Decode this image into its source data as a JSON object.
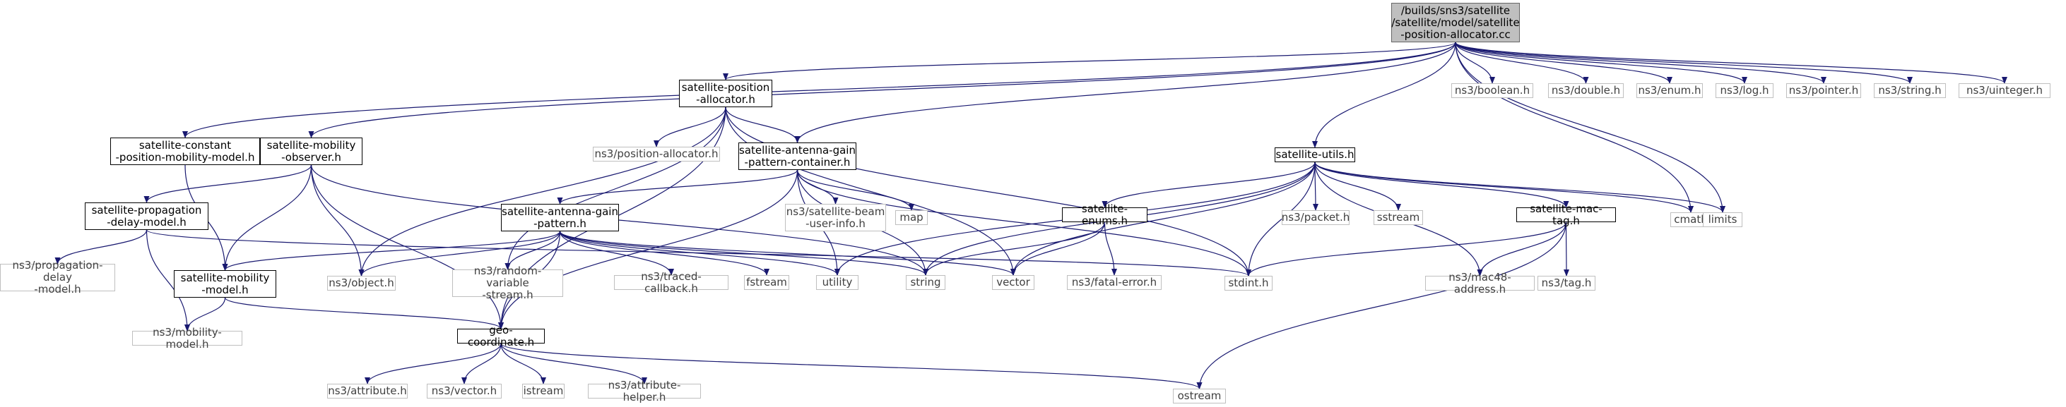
{
  "graph": {
    "root": {
      "label": "/builds/sns3/satellite\n/satellite/model/satellite\n-position-allocator.cc"
    },
    "nodes": [
      {
        "id": "spa",
        "label": "satellite-position\n-allocator.h",
        "kind": "local"
      },
      {
        "id": "scpm",
        "label": "satellite-constant\n-position-mobility-model.h",
        "kind": "local"
      },
      {
        "id": "smo",
        "label": "satellite-mobility\n-observer.h",
        "kind": "local"
      },
      {
        "id": "sagpc",
        "label": "satellite-antenna-gain\n-pattern-container.h",
        "kind": "local"
      },
      {
        "id": "su",
        "label": "satellite-utils.h",
        "kind": "local"
      },
      {
        "id": "spd",
        "label": "satellite-propagation\n-delay-model.h",
        "kind": "local"
      },
      {
        "id": "sagp",
        "label": "satellite-antenna-gain\n-pattern.h",
        "kind": "local"
      },
      {
        "id": "sen",
        "label": "satellite-enums.h",
        "kind": "local"
      },
      {
        "id": "smt",
        "label": "satellite-mac-tag.h",
        "kind": "local"
      },
      {
        "id": "smm",
        "label": "satellite-mobility\n-model.h",
        "kind": "local"
      },
      {
        "id": "geo",
        "label": "geo-coordinate.h",
        "kind": "local"
      },
      {
        "id": "boolean",
        "label": "ns3/boolean.h",
        "kind": "ext"
      },
      {
        "id": "double",
        "label": "ns3/double.h",
        "kind": "ext"
      },
      {
        "id": "enum",
        "label": "ns3/enum.h",
        "kind": "ext"
      },
      {
        "id": "log",
        "label": "ns3/log.h",
        "kind": "ext"
      },
      {
        "id": "pointer",
        "label": "ns3/pointer.h",
        "kind": "ext"
      },
      {
        "id": "nsstring",
        "label": "ns3/string.h",
        "kind": "ext"
      },
      {
        "id": "uinteger",
        "label": "ns3/uinteger.h",
        "kind": "ext"
      },
      {
        "id": "posalloc",
        "label": "ns3/position-allocator.h",
        "kind": "ext"
      },
      {
        "id": "sbui",
        "label": "ns3/satellite-beam\n-user-info.h",
        "kind": "ext"
      },
      {
        "id": "map",
        "label": "map",
        "kind": "ext"
      },
      {
        "id": "packet",
        "label": "ns3/packet.h",
        "kind": "ext"
      },
      {
        "id": "sstream",
        "label": "sstream",
        "kind": "ext"
      },
      {
        "id": "cmath",
        "label": "cmath",
        "kind": "ext"
      },
      {
        "id": "limits",
        "label": "limits",
        "kind": "ext"
      },
      {
        "id": "pdm",
        "label": "ns3/propagation-delay\n-model.h",
        "kind": "ext"
      },
      {
        "id": "object",
        "label": "ns3/object.h",
        "kind": "ext"
      },
      {
        "id": "rvs",
        "label": "ns3/random-variable\n-stream.h",
        "kind": "ext"
      },
      {
        "id": "tcb",
        "label": "ns3/traced-callback.h",
        "kind": "ext"
      },
      {
        "id": "fstream",
        "label": "fstream",
        "kind": "ext"
      },
      {
        "id": "utility",
        "label": "utility",
        "kind": "ext"
      },
      {
        "id": "string",
        "label": "string",
        "kind": "ext"
      },
      {
        "id": "vector",
        "label": "vector",
        "kind": "ext"
      },
      {
        "id": "fatal",
        "label": "ns3/fatal-error.h",
        "kind": "ext"
      },
      {
        "id": "stdint",
        "label": "stdint.h",
        "kind": "ext"
      },
      {
        "id": "mac48",
        "label": "ns3/mac48-address.h",
        "kind": "ext"
      },
      {
        "id": "tag",
        "label": "ns3/tag.h",
        "kind": "ext"
      },
      {
        "id": "mobmodel",
        "label": "ns3/mobility-model.h",
        "kind": "ext"
      },
      {
        "id": "attribute",
        "label": "ns3/attribute.h",
        "kind": "ext"
      },
      {
        "id": "nsvector",
        "label": "ns3/vector.h",
        "kind": "ext"
      },
      {
        "id": "istream",
        "label": "istream",
        "kind": "ext"
      },
      {
        "id": "attrhelper",
        "label": "ns3/attribute-helper.h",
        "kind": "ext"
      },
      {
        "id": "ostream",
        "label": "ostream",
        "kind": "ext"
      }
    ],
    "edges": [
      [
        "root",
        "scpm"
      ],
      [
        "root",
        "smo"
      ],
      [
        "root",
        "spa"
      ],
      [
        "root",
        "sagpc"
      ],
      [
        "root",
        "su"
      ],
      [
        "root",
        "boolean"
      ],
      [
        "root",
        "double"
      ],
      [
        "root",
        "enum"
      ],
      [
        "root",
        "log"
      ],
      [
        "root",
        "pointer"
      ],
      [
        "root",
        "nsstring"
      ],
      [
        "root",
        "uinteger"
      ],
      [
        "root",
        "cmath"
      ],
      [
        "root",
        "limits"
      ],
      [
        "spa",
        "object"
      ],
      [
        "spa",
        "rvs"
      ],
      [
        "spa",
        "posalloc"
      ],
      [
        "spa",
        "geo"
      ],
      [
        "spa",
        "sagpc"
      ],
      [
        "spa",
        "vector"
      ],
      [
        "spa",
        "stdint"
      ],
      [
        "scpm",
        "smm"
      ],
      [
        "smo",
        "spd"
      ],
      [
        "smo",
        "smm"
      ],
      [
        "smo",
        "object"
      ],
      [
        "smo",
        "geo"
      ],
      [
        "smo",
        "string"
      ],
      [
        "sagpc",
        "sagp"
      ],
      [
        "sagpc",
        "sbui"
      ],
      [
        "sagpc",
        "map"
      ],
      [
        "sagpc",
        "string"
      ],
      [
        "sagpc",
        "utility"
      ],
      [
        "sagpc",
        "geo"
      ],
      [
        "sagpc",
        "stdint"
      ],
      [
        "su",
        "sen"
      ],
      [
        "su",
        "smt"
      ],
      [
        "su",
        "packet"
      ],
      [
        "su",
        "sstream"
      ],
      [
        "su",
        "cmath"
      ],
      [
        "su",
        "limits"
      ],
      [
        "su",
        "stdint"
      ],
      [
        "su",
        "mac48"
      ],
      [
        "su",
        "vector"
      ],
      [
        "su",
        "string"
      ],
      [
        "su",
        "utility"
      ],
      [
        "spd",
        "pdm"
      ],
      [
        "spd",
        "mobmodel"
      ],
      [
        "spd",
        "stdint"
      ],
      [
        "sagp",
        "smm"
      ],
      [
        "sagp",
        "object"
      ],
      [
        "sagp",
        "rvs"
      ],
      [
        "sagp",
        "tcb"
      ],
      [
        "sagp",
        "fstream"
      ],
      [
        "sagp",
        "utility"
      ],
      [
        "sagp",
        "string"
      ],
      [
        "sagp",
        "vector"
      ],
      [
        "sagp",
        "geo"
      ],
      [
        "sen",
        "fatal"
      ],
      [
        "sen",
        "string"
      ],
      [
        "sen",
        "vector"
      ],
      [
        "smt",
        "stdint"
      ],
      [
        "smt",
        "mac48"
      ],
      [
        "smt",
        "tag"
      ],
      [
        "smt",
        "ostream"
      ],
      [
        "smm",
        "mobmodel"
      ],
      [
        "smm",
        "geo"
      ],
      [
        "geo",
        "attribute"
      ],
      [
        "geo",
        "nsvector"
      ],
      [
        "geo",
        "istream"
      ],
      [
        "geo",
        "attrhelper"
      ],
      [
        "geo",
        "ostream"
      ]
    ]
  },
  "colors": {
    "edge": "#191970",
    "local_border": "#000000",
    "ext_border": "#bfbfbf",
    "root_fill": "#bfbfbf"
  }
}
